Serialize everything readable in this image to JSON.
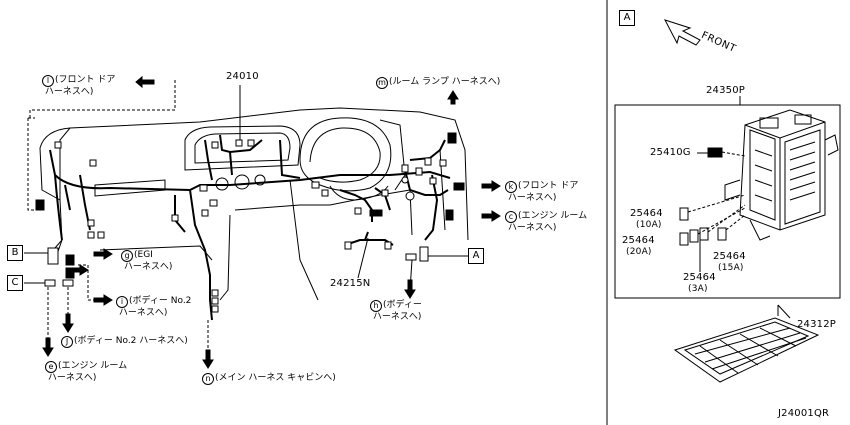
{
  "panel_label": "A",
  "front_label": "FRONT",
  "diagram_code": "J24001QR",
  "parts": {
    "harness_main": "24010",
    "harness_sub": "24215N",
    "fuse_box": "24350P",
    "fuse_block": "25410G",
    "fuse_10a": "25464",
    "fuse_10a_rating": "(10A)",
    "fuse_20a": "25464",
    "fuse_20a_rating": "(20A)",
    "fuse_15a": "25464",
    "fuse_15a_rating": "(15A)",
    "fuse_3a": "25464",
    "fuse_3a_rating": "(3A)",
    "cover": "24312P"
  },
  "connector_boxes": {
    "b": "B",
    "c": "C",
    "a": "A"
  },
  "callouts": {
    "l": {
      "letter": "l",
      "text": "(フロント ドア\n ハーネスへ)"
    },
    "m": {
      "letter": "m",
      "text": "(ルーム ランプ ハーネスへ)"
    },
    "k": {
      "letter": "k",
      "text": "(フロント ドア\n ハーネスへ)"
    },
    "c": {
      "letter": "c",
      "text": "(エンジン ルーム\n ハーネスへ)"
    },
    "g": {
      "letter": "g",
      "text": "(EGI\n ハーネスへ)"
    },
    "i": {
      "letter": "i",
      "text": "(ボディー No.2\n ハーネスへ)"
    },
    "j": {
      "letter": "J",
      "text": "(ボディー No.2 ハーネスへ)"
    },
    "e": {
      "letter": "e",
      "text": "(エンジン ルーム\n ハーネスへ)"
    },
    "n": {
      "letter": "n",
      "text": "(メイン ハーネス キャビンへ)"
    },
    "h": {
      "letter": "h",
      "text": "(ボディー\n ハーネスへ)"
    }
  }
}
